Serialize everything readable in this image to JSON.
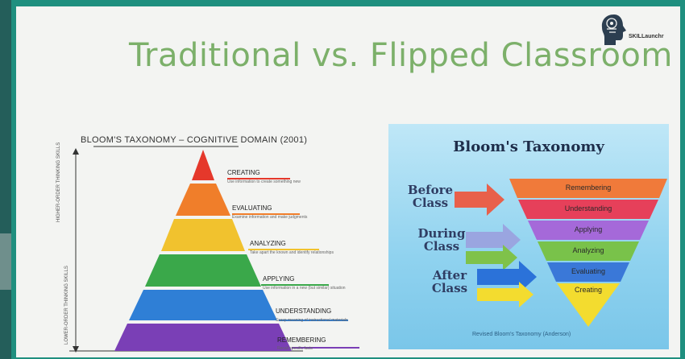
{
  "slide": {
    "title": "Traditional vs. Flipped Classroom",
    "logo_text": "SKILLaunchr"
  },
  "left_figure": {
    "heading": "BLOOM'S TAXONOMY – COGNITIVE DOMAIN (2001)",
    "higher_label": "HIGHER-ORDER THINKING SKILLS",
    "lower_label": "LOWER-ORDER THINKING SKILLS",
    "levels": [
      {
        "name": "CREATING",
        "desc": "Use information to create something new",
        "color": "#e5382b"
      },
      {
        "name": "EVALUATING",
        "desc": "Examine information and make judgments",
        "color": "#f07e2a"
      },
      {
        "name": "ANALYZING",
        "desc": "Take apart the known and identify relationships",
        "color": "#f1c22e"
      },
      {
        "name": "APPLYING",
        "desc": "Use information in a new (but similar) situation",
        "color": "#3aa84a"
      },
      {
        "name": "UNDERSTANDING",
        "desc": "Grasp meaning of instructional materials",
        "color": "#2f7fd6"
      },
      {
        "name": "REMEMBERING",
        "desc": "Recall specific facts",
        "color": "#7a3fb6"
      }
    ]
  },
  "right_figure": {
    "title": "Bloom's Taxonomy",
    "phases": [
      {
        "label": "Before Class",
        "color": "#e8604b"
      },
      {
        "label": "During Class",
        "color": "#9aa5e0"
      },
      {
        "label": "After Class",
        "color": "#2b72d9"
      }
    ],
    "bands": [
      {
        "label": "Remembering",
        "color": "#f07a3a"
      },
      {
        "label": "Understanding",
        "color": "#e6405a"
      },
      {
        "label": "Applying",
        "color": "#a569d9"
      },
      {
        "label": "Analyzing",
        "color": "#79c24a"
      },
      {
        "label": "Evaluating",
        "color": "#3a78d8"
      },
      {
        "label": "Creating",
        "color": "#f3dc2f"
      }
    ],
    "footnote": "Revised Bloom's Taxonomy (Anderson)"
  },
  "colors": {
    "frame": "#1f8f7f",
    "title": "#7cb06a",
    "panel": "#8fd2ef"
  }
}
